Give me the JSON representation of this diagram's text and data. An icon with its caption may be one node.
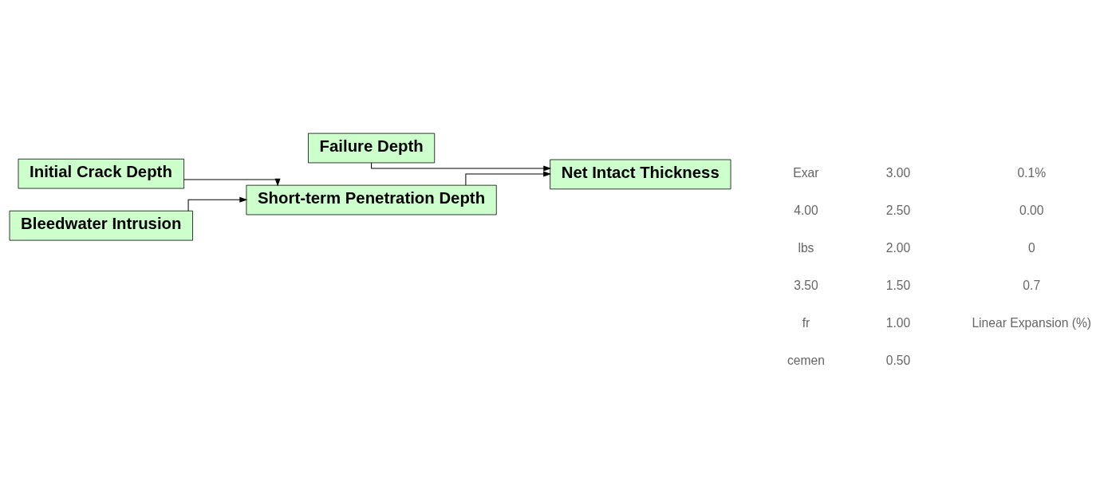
{
  "diagram": {
    "nodes": [
      {
        "text": [
          "Failure Depth"
        ]
      },
      {
        "text": [
          "Net Intact Thickness"
        ]
      },
      {
        "text": [
          "Initial Crack Depth"
        ]
      },
      {
        "text": [
          "Short-term Penetration Depth"
        ]
      },
      {
        "text": [
          "Bleedwater Intrusion"
        ]
      }
    ],
    "edges": [
      {
        "from": 0,
        "to": 1,
        "arrow": "to"
      },
      {
        "from": 2,
        "to": 3,
        "arrow": "to"
      },
      {
        "from": 4,
        "to": 3,
        "arrow": "to"
      },
      {
        "from": 3,
        "to": 1,
        "arrow": "to"
      }
    ],
    "labels": [
      "Exar",
      "4.00",
      "lbs",
      "3.50",
      "fr",
      "cemen",
      "3.00",
      "2.50",
      "2.00",
      "1.50",
      "1.00",
      "0.50",
      "0.1%",
      "0.00",
      "0",
      "0.7",
      "Linear Expansion (%)"
    ]
  }
}
